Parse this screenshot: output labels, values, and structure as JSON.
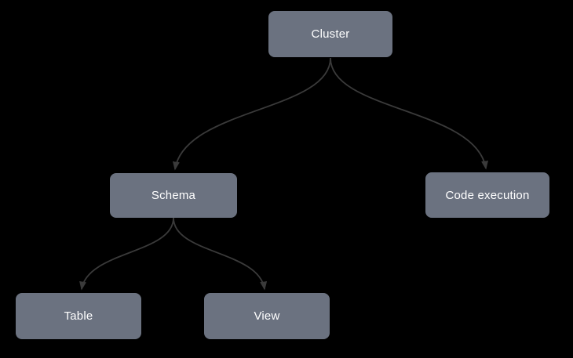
{
  "diagram": {
    "nodes": [
      {
        "id": "cluster",
        "label": "Cluster"
      },
      {
        "id": "schema",
        "label": "Schema"
      },
      {
        "id": "code-execution",
        "label": "Code execution"
      },
      {
        "id": "table",
        "label": "Table"
      },
      {
        "id": "view",
        "label": "View"
      }
    ],
    "edges": [
      {
        "from": "Cluster",
        "to": "Schema"
      },
      {
        "from": "Cluster",
        "to": "Code execution"
      },
      {
        "from": "Schema",
        "to": "Table"
      },
      {
        "from": "Schema",
        "to": "View"
      }
    ],
    "colors": {
      "node_fill": "#6b7280",
      "node_text": "#ffffff",
      "edge": "#3a3a3a",
      "background": "#000000"
    }
  }
}
